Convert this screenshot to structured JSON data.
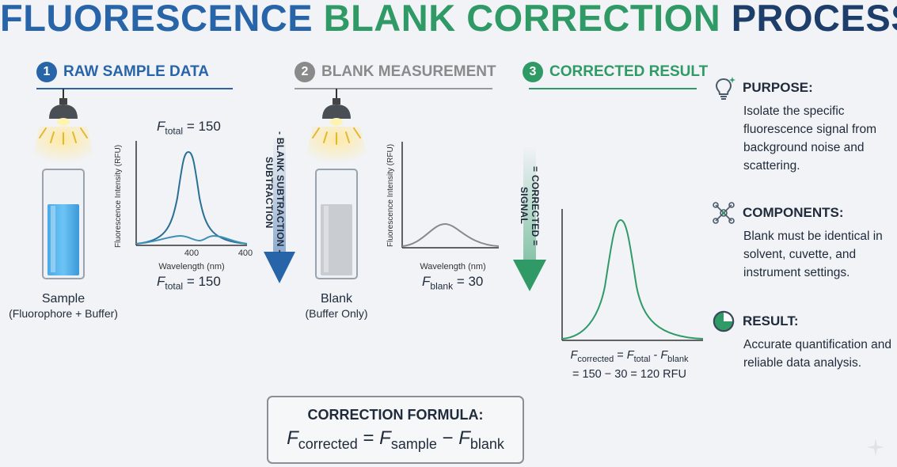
{
  "title": {
    "part1": "FLUORESCENCE",
    "part2": "BLANK CORRECTION",
    "part3": "PROCESS"
  },
  "colors": {
    "blue": "#2864a8",
    "gray": "#8a8a8a",
    "green": "#2f9a66",
    "navy": "#1d3d6b"
  },
  "steps": [
    {
      "number": "1",
      "label": "RAW SAMPLE DATA"
    },
    {
      "number": "2",
      "label": "BLANK MEASUREMENT"
    },
    {
      "number": "3",
      "label": "CORRECTED RESULT"
    }
  ],
  "sample": {
    "name": "Sample",
    "desc": "(Fluorophore + Buffer)"
  },
  "blank": {
    "name": "Blank",
    "desc": "(Buffer Only)"
  },
  "chart_sample": {
    "y_label": "Fluorescence Intensity (RFU)",
    "x_label": "Wavelength (nm)",
    "tick_mid": "400",
    "tick_end": "400",
    "top_var": "F",
    "top_sub": "total",
    "top_value": "= 150",
    "bottom_var": "F",
    "bottom_sub": "total",
    "bottom_value": "= 150"
  },
  "chart_blank": {
    "y_label": "Fluorescence Intensity (RFU)",
    "x_label": "Wavelength (nm)",
    "var": "F",
    "sub": "blank",
    "value": "= 30"
  },
  "arrow1_text": "- BLANK SUBTRACTION -\nSUBTRACTION",
  "arrow2_text": "= CORRECTED =\nSIGNAL",
  "corrected": {
    "line1_var": "F",
    "line1_sub": "corrected",
    "line1_eq": " = ",
    "line1_var2": "F",
    "line1_sub2": "total",
    "line1_minus": " - ",
    "line1_var3": "F",
    "line1_sub3": "blank",
    "line2": "= 150 − 30 = 120 RFU"
  },
  "side": [
    {
      "icon": "lightbulb-icon",
      "head": "PURPOSE:",
      "body": "Isolate the specific fluorescence signal from background noise and scattering."
    },
    {
      "icon": "network-icon",
      "head": "COMPONENTS:",
      "body": "Blank must be identical in solvent, cuvette, and instrument settings."
    },
    {
      "icon": "pie-chart-icon",
      "head": "RESULT:",
      "body": "Accurate quantification and reliable data analysis."
    }
  ],
  "formula": {
    "heading": "CORRECTION FORMULA:",
    "var1": "F",
    "sub1": "corrected",
    "eq": " = ",
    "var2": "F",
    "sub2": "sample",
    "minus": " − ",
    "var3": "F",
    "sub3": "blank"
  }
}
